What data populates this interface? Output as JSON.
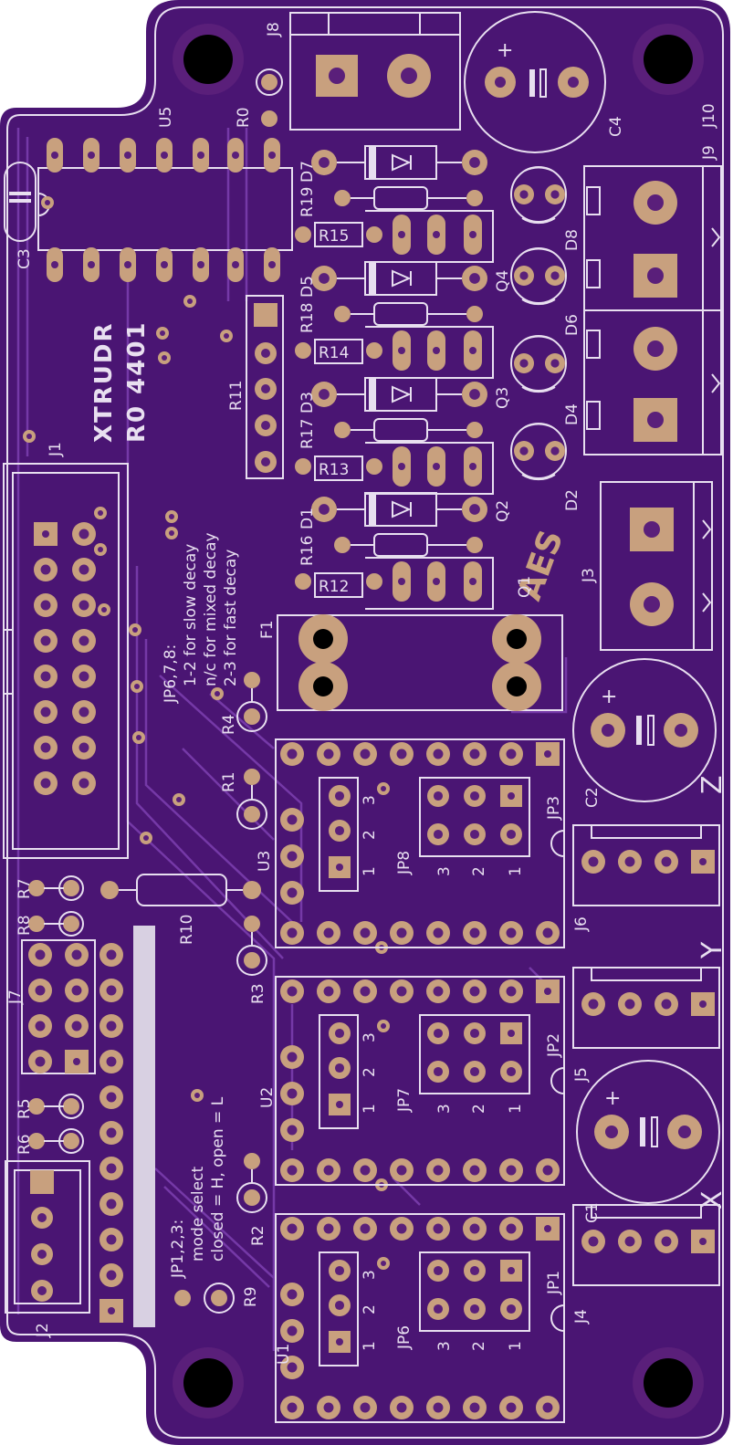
{
  "board": {
    "colors": {
      "soldermask": "#4a1573",
      "silkscreen": "#e8dff0",
      "copper": "#c8a07e",
      "mounting_hole": "#000000"
    }
  },
  "title": {
    "line1": "XTRUDR",
    "line2": "R0 4401"
  },
  "logo": {
    "text": "AES"
  },
  "notes": {
    "decay_header": "JP6,7,8:",
    "decay_line1": "1-2 for slow decay",
    "decay_line2": "n/c for mixed decay",
    "decay_line3": "2-3 for fast decay",
    "mode_header": "JP1,2,3:",
    "mode_line1": "mode select",
    "mode_line2": "closed = H, open = L"
  },
  "axes": {
    "x": "X",
    "y": "Y",
    "z": "Z"
  },
  "designators": {
    "u1": "U1",
    "u2": "U2",
    "u3": "U3",
    "u5": "U5",
    "j1": "J1",
    "j2": "J2",
    "j3": "J3",
    "j4": "J4",
    "j5": "J5",
    "j6": "J6",
    "j7": "J7",
    "j8": "J8",
    "j9": "J9",
    "j10": "J10",
    "c1": "C1",
    "c2": "C2",
    "c3": "C3",
    "c4": "C4",
    "f1": "F1",
    "d1": "D1",
    "d2": "D2",
    "d3": "D3",
    "d4": "D4",
    "d5": "D5",
    "d6": "D6",
    "d7": "D7",
    "d8": "D8",
    "q1": "Q1",
    "q2": "Q2",
    "q3": "Q3",
    "q4": "Q4",
    "r0": "R0",
    "r1": "R1",
    "r2": "R2",
    "r3": "R3",
    "r4": "R4",
    "r5": "R5",
    "r6": "R6",
    "r7": "R7",
    "r8": "R8",
    "r9": "R9",
    "r10": "R10",
    "r11": "R11",
    "r12": "R12",
    "r13": "R13",
    "r14": "R14",
    "r15": "R15",
    "r16": "R16",
    "r17": "R17",
    "r18": "R18",
    "r19": "R19",
    "jp1": "JP1",
    "jp2": "JP2",
    "jp3": "JP3",
    "jp6": "JP6",
    "jp7": "JP7",
    "jp8": "JP8"
  },
  "pin_labels": {
    "one": "1",
    "two": "2",
    "three": "3",
    "plus": "+"
  }
}
